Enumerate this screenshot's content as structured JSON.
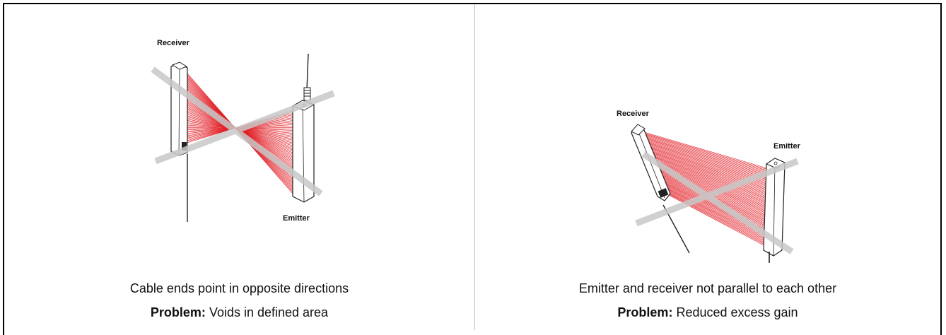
{
  "panels": [
    {
      "receiver_label": "Receiver",
      "emitter_label": "Emitter",
      "caption": "Cable ends point in opposite directions",
      "problem_label": "Problem:",
      "problem_text": "Voids in defined area"
    },
    {
      "receiver_label": "Receiver",
      "emitter_label": "Emitter",
      "caption": "Emitter and receiver not parallel to each other",
      "problem_label": "Problem:",
      "problem_text": "Reduced excess gain"
    }
  ],
  "colors": {
    "beam": "#e11b22",
    "cross_mark": "#c8c8c8",
    "divider": "#bdbdbd"
  }
}
